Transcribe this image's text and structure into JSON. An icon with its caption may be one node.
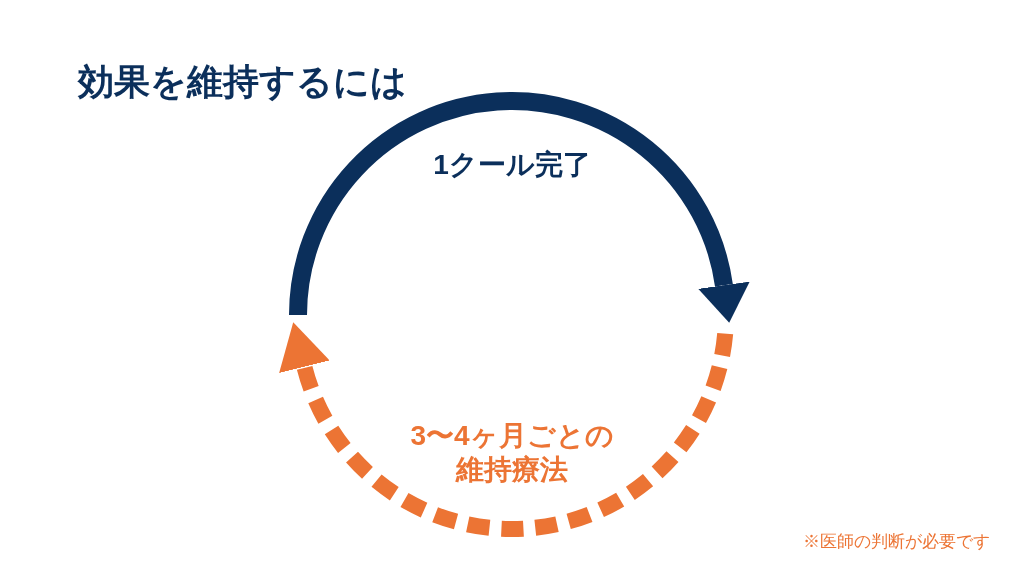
{
  "diagram": {
    "title": "効果を維持するには",
    "labels": [
      "1クール完了",
      "3〜4ヶ月ごとの維持療法",
      "※医師の判断が必要です"
    ]
  }
}
